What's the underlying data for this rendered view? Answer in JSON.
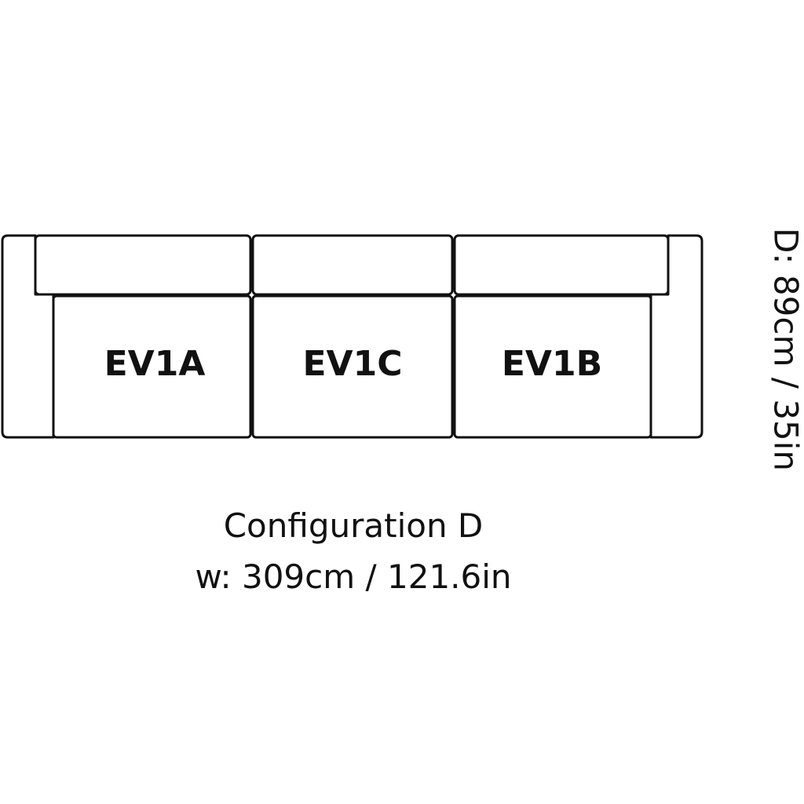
{
  "diagram": {
    "modules": [
      {
        "label": "EV1A"
      },
      {
        "label": "EV1C"
      },
      {
        "label": "EV1B"
      }
    ],
    "configuration": "Configuration D",
    "width_text": "w: 309cm / 121.6in",
    "depth_text": "D: 89cm / 35in",
    "line_color": "#111111",
    "background_color": "#ffffff"
  }
}
